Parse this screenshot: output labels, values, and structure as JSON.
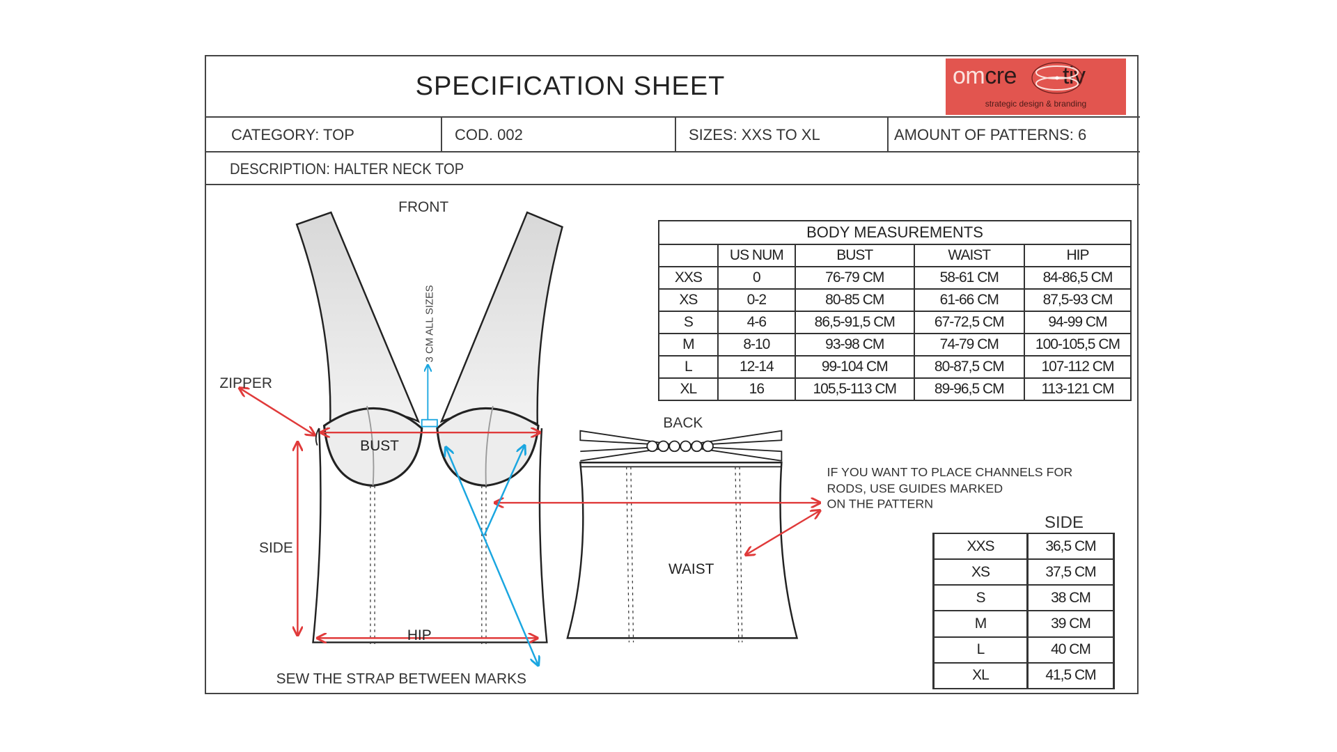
{
  "header": {
    "title": "SPECIFICATION SHEET",
    "logo": {
      "om": "om",
      "cre": "cre",
      "tiv": "tiv",
      "tagline": "strategic design & branding",
      "color": "#e2554f"
    }
  },
  "info": {
    "category": "CATEGORY: TOP",
    "code": "COD. 002",
    "sizes": "SIZES: XXS TO XL",
    "patterns": "AMOUNT OF PATTERNS: 6",
    "description": "DESCRIPTION: HALTER NECK TOP"
  },
  "drawing": {
    "front": "FRONT",
    "back": "BACK",
    "strap_note": "3 CM ALL SIZES",
    "zipper": "ZIPPER",
    "bust": "BUST",
    "side": "SIDE",
    "hip": "HIP",
    "waist": "WAIST",
    "sew_note": "SEW THE STRAP BETWEEN MARKS",
    "channel_note": [
      "IF YOU WANT TO PLACE CHANNELS FOR",
      "RODS, USE GUIDES MARKED",
      "ON THE PATTERN"
    ],
    "measure_color": "#e03a3a",
    "guide_color": "#1aa6e0"
  },
  "body_measurements": {
    "title": "BODY MEASUREMENTS",
    "headers": [
      "",
      "US NUM",
      "BUST",
      "WAIST",
      "HIP"
    ],
    "rows": [
      [
        "XXS",
        "0",
        "76-79 CM",
        "58-61 CM",
        "84-86,5 CM"
      ],
      [
        "XS",
        "0-2",
        "80-85 CM",
        "61-66 CM",
        "87,5-93 CM"
      ],
      [
        "S",
        "4-6",
        "86,5-91,5 CM",
        "67-72,5 CM",
        "94-99 CM"
      ],
      [
        "M",
        "8-10",
        "93-98 CM",
        "74-79 CM",
        "100-105,5 CM"
      ],
      [
        "L",
        "12-14",
        "99-104 CM",
        "80-87,5 CM",
        "107-112 CM"
      ],
      [
        "XL",
        "16",
        "105,5-113 CM",
        "89-96,5 CM",
        "113-121 CM"
      ]
    ]
  },
  "side_measurements": {
    "title": "SIDE",
    "rows": [
      [
        "XXS",
        "36,5 CM"
      ],
      [
        "XS",
        "37,5 CM"
      ],
      [
        "S",
        "38 CM"
      ],
      [
        "M",
        "39 CM"
      ],
      [
        "L",
        "40 CM"
      ],
      [
        "XL",
        "41,5 CM"
      ]
    ]
  }
}
